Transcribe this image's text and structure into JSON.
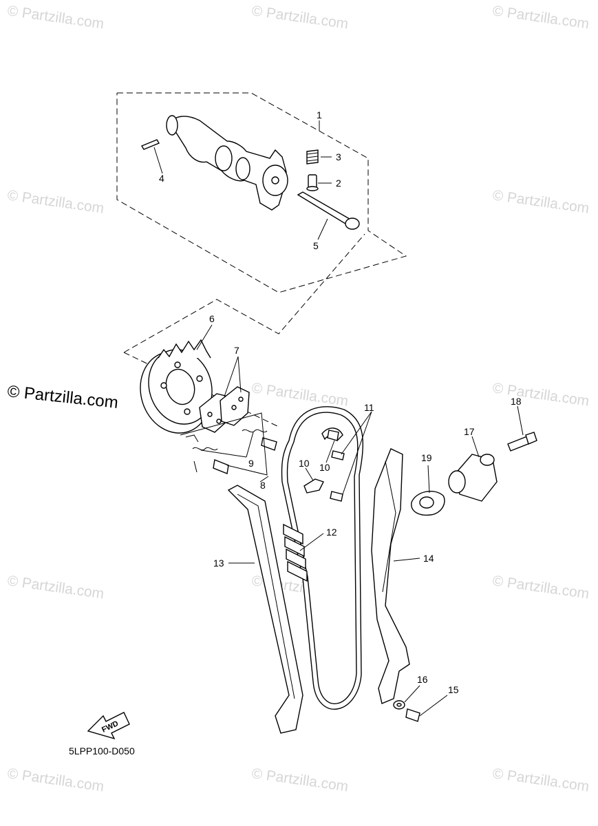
{
  "watermark": {
    "text": "© Partzilla.com",
    "prominent": "© Partzilla.com"
  },
  "diagram_code": "5LPP100-D050",
  "fwd_label": "FWD",
  "callouts": [
    "1",
    "2",
    "3",
    "4",
    "5",
    "6",
    "7",
    "8",
    "9",
    "10",
    "10",
    "11",
    "12",
    "13",
    "14",
    "15",
    "16",
    "17",
    "18",
    "19"
  ],
  "colors": {
    "line": "#000000",
    "watermark": "#d6d6d6",
    "background": "#ffffff"
  }
}
